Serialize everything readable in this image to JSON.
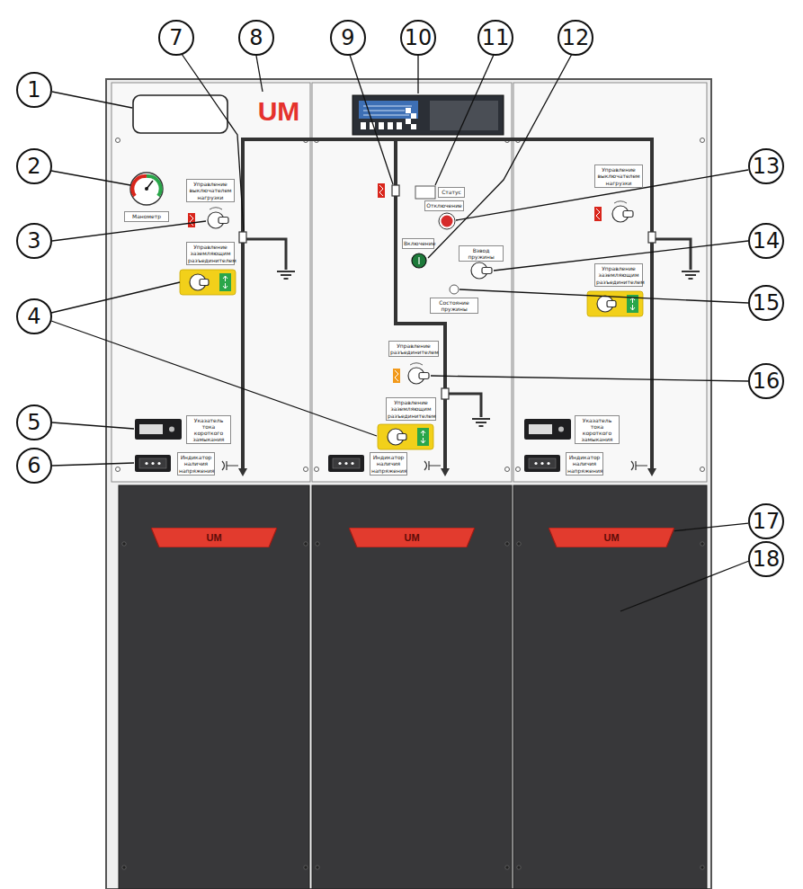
{
  "diagram": {
    "nodes": [
      {
        "text": [
          "1"
        ]
      },
      {
        "text": [
          "2"
        ]
      },
      {
        "text": [
          "3"
        ]
      },
      {
        "text": [
          "4"
        ]
      },
      {
        "text": [
          "5"
        ]
      },
      {
        "text": [
          "6"
        ]
      },
      {
        "text": [
          "7"
        ]
      },
      {
        "text": [
          "8"
        ]
      },
      {
        "text": [
          "9"
        ]
      },
      {
        "text": [
          "10"
        ]
      },
      {
        "text": [
          "11"
        ]
      },
      {
        "text": [
          "12"
        ]
      },
      {
        "text": [
          "13"
        ]
      },
      {
        "text": [
          "14"
        ]
      },
      {
        "text": [
          "15"
        ]
      },
      {
        "text": [
          "16"
        ]
      },
      {
        "text": [
          "17"
        ]
      },
      {
        "text": [
          "18"
        ]
      },
      {
        "text": [
          "UM"
        ]
      },
      {
        "text": [
          "UM"
        ]
      },
      {
        "text": [
          "UM"
        ]
      }
    ],
    "edges": [
      {
        "from": 16,
        "to": 20,
        "arrow": "none"
      }
    ],
    "labels": [
      "UM",
      "Манометр",
      "Управление выключателем нагрузки",
      "Управление заземляющим разъединителем",
      "Указатель тока короткого замыкания",
      "Индикатор наличия напряжения",
      "Статус",
      "Отключение",
      "Включение",
      "Взвод пружины",
      "Состояние пружины",
      "Управление разъединителем",
      "Управление заземляющим разъединителем",
      "Индикатор наличия напряжения",
      "Управление выключателем нагрузки",
      "Управление заземляющим разъединителем",
      "Указатель тока короткого замыкания",
      "Индикатор наличия напряжения"
    ]
  }
}
